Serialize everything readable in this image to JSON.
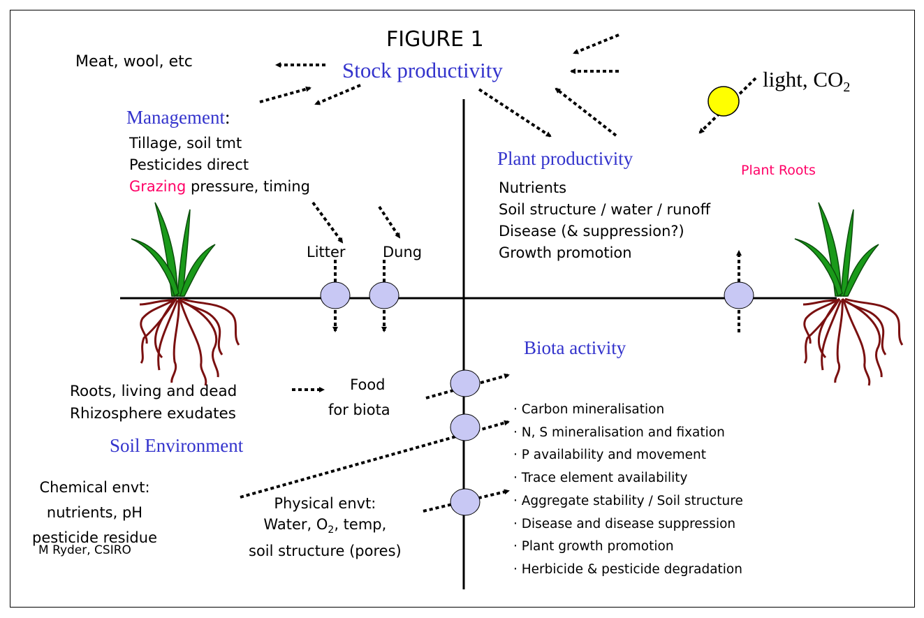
{
  "title": "FIGURE 1",
  "outputs": "Meat, wool, etc",
  "stock_productivity": "Stock productivity",
  "light_co2": {
    "prefix": "light, CO",
    "sub": "2"
  },
  "management": {
    "heading": "Management",
    "colon": ":",
    "lines": [
      "Tillage, soil tmt",
      "Pesticides direct"
    ],
    "grazing_word": "Grazing",
    "grazing_rest": " pressure, timing"
  },
  "litter": "Litter",
  "dung": "Dung",
  "plant_productivity": {
    "heading": "Plant productivity",
    "lines": [
      "Nutrients",
      "Soil structure / water / runoff",
      "Disease (& suppression?)",
      "Growth promotion"
    ]
  },
  "plant_roots": "Plant Roots",
  "biota_activity": {
    "heading": "Biota activity",
    "items": [
      "Carbon mineralisation",
      "N, S mineralisation and fixation",
      "P availability and movement",
      "Trace element availability",
      "Aggregate stability / Soil structure",
      "Disease and disease suppression",
      "Plant growth promotion",
      "Herbicide & pesticide degradation"
    ]
  },
  "roots_text": [
    "Roots, living and dead",
    "Rhizosphere exudates"
  ],
  "food_for_biota": [
    "Food",
    "for biota"
  ],
  "soil_environment": "Soil Environment",
  "chemical_envt": [
    "Chemical envt:",
    "nutrients, pH",
    "pesticide residue"
  ],
  "physical_envt": {
    "line1": "Physical envt:",
    "line2_prefix": "Water, O",
    "line2_sub": "2",
    "line2_suffix": ", temp,",
    "line3": "soil structure (pores)"
  },
  "credit": "M Ryder, CSIRO",
  "colors": {
    "heading_blue": "#3333cc",
    "accent_pink": "#ff0066",
    "node_fill": "#c8c8f4",
    "sun_fill": "#ffff00",
    "leaf_green": "#1a9a1a",
    "root_brown": "#7a1010"
  }
}
